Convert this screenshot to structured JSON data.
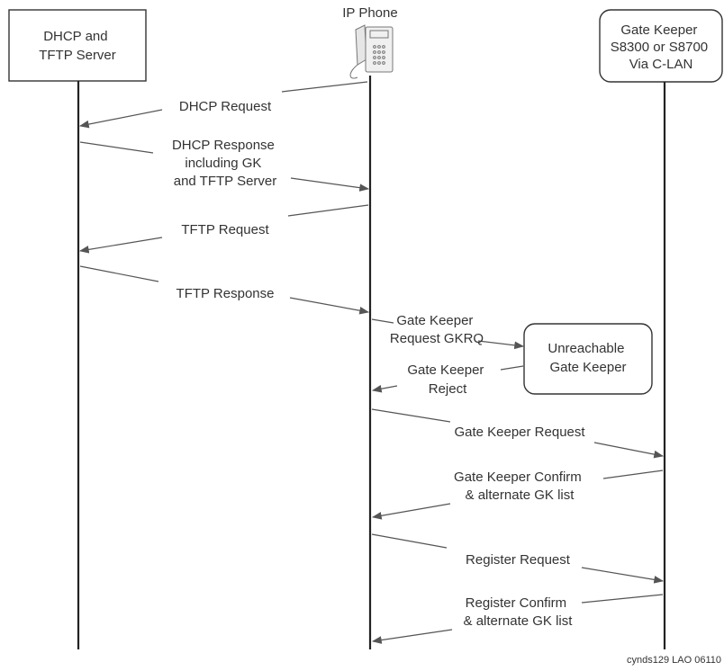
{
  "participants": {
    "dhcp": {
      "lines": [
        "DHCP and",
        "TFTP Server"
      ]
    },
    "phone": {
      "label": "IP Phone"
    },
    "gatekeeper": {
      "lines": [
        "Gate Keeper",
        "S8300 or S8700",
        "Via C-LAN"
      ]
    },
    "unreachable": {
      "lines": [
        "Unreachable",
        "Gate Keeper"
      ]
    }
  },
  "messages": {
    "dhcp_request": [
      "DHCP Request"
    ],
    "dhcp_response": [
      "DHCP Response",
      "including GK",
      "and TFTP Server"
    ],
    "tftp_request": [
      "TFTP Request"
    ],
    "tftp_response": [
      "TFTP Response"
    ],
    "gkrq": [
      "Gate Keeper",
      "Request GKRQ"
    ],
    "gk_reject": [
      "Gate Keeper",
      "Reject"
    ],
    "gk_request": [
      "Gate Keeper Request"
    ],
    "gk_confirm": [
      "Gate Keeper Confirm",
      "& alternate GK list"
    ],
    "register_request": [
      "Register Request"
    ],
    "register_confirm": [
      "Register Confirm",
      "& alternate GK list"
    ]
  },
  "credit": "cynds129 LAO  06110"
}
